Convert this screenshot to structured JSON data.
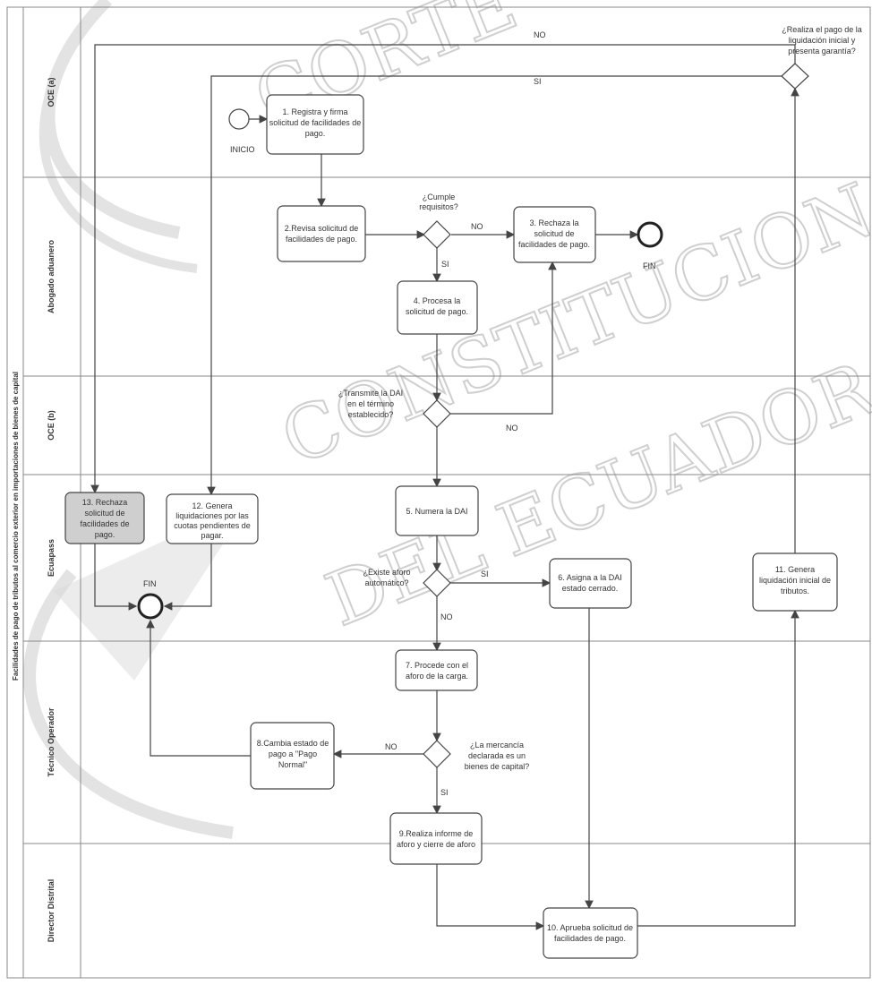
{
  "pool_title": "Facilidades de pago de tributos al comercio exterior en importaciones de bienes de capital",
  "lanes": [
    "OCE (a)",
    "Abogado aduanero",
    "OCE (b)",
    "Ecuapass",
    "Técnico Operador",
    "Director Distrital"
  ],
  "events": {
    "start": "INICIO",
    "end_1": "FIN",
    "end_2": "FIN"
  },
  "tasks": {
    "t1": [
      "1. Registra y firma",
      "solicitud de facilidades de",
      "pago."
    ],
    "t2": [
      "2.Revisa solicitud de",
      "facilidades de pago."
    ],
    "t3": [
      "3. Rechaza la",
      "solicitud de",
      "facilidades de pago."
    ],
    "t4": [
      "4. Procesa la",
      "solicitud de pago."
    ],
    "t5": [
      "5. Numera la DAI"
    ],
    "t6": [
      "6. Asigna a la DAI",
      "estado cerrado."
    ],
    "t7": [
      "7. Procede con el",
      "aforo de la carga."
    ],
    "t8": [
      "8.Cambia estado de",
      "pago a \"Pago",
      "Normal\""
    ],
    "t9": [
      "9.Realiza informe de",
      "aforo y cierre de aforo"
    ],
    "t10": [
      "10. Aprueba solicitud de",
      "facilidades de pago."
    ],
    "t11": [
      "11. Genera",
      "liquidación inicial de",
      "tributos."
    ],
    "t12": [
      "12. Genera",
      "liquidaciones por las",
      "cuotas pendientes de",
      "pagar."
    ],
    "t13": [
      "13. Rechaza",
      "solicitud de",
      "facilidades de",
      "pago."
    ]
  },
  "gateways": {
    "g1": [
      "¿Cumple",
      "requisitos?"
    ],
    "g2": [
      "¿Transmite la DAI",
      "en el término",
      "establecido?"
    ],
    "g3": [
      "¿Existe aforo",
      "automático?"
    ],
    "g4": [
      "¿La mercancía",
      "declarada es un",
      "bienes de capital?"
    ],
    "g5": [
      "¿Realiza el pago de la",
      "liquidación inicial y",
      "presenta garantía?"
    ]
  },
  "flow_labels": {
    "yes": "SI",
    "no": "NO"
  },
  "watermark": [
    "CORTE",
    "CONSTITUCIONAL",
    "DEL ECUADOR"
  ],
  "colors": {
    "line": "#444444",
    "task_fill": "#ffffff",
    "task_shaded": "#cfcfcf",
    "lane_border": "#888888"
  }
}
